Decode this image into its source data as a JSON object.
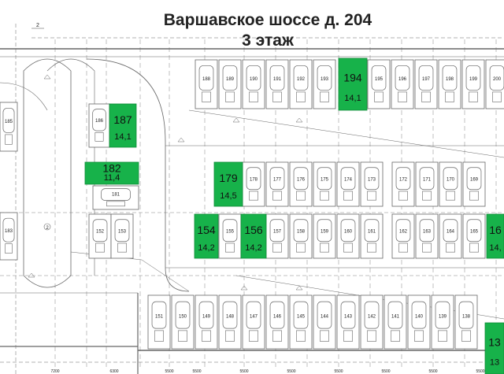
{
  "title": {
    "line1": "Варшавское шоссе д. 204",
    "line2": "3 этаж"
  },
  "colors": {
    "highlight": "#17b24a",
    "line": "#666666",
    "text": "#222222"
  },
  "highlighted_spaces": [
    {
      "number": "194",
      "area": "14,1"
    },
    {
      "number": "187",
      "area": "14,1"
    },
    {
      "number": "182",
      "area": "11,4"
    },
    {
      "number": "179",
      "area": "14,5"
    },
    {
      "number": "154",
      "area": "14,2"
    },
    {
      "number": "156",
      "area": "14,2"
    },
    {
      "number": "16",
      "area": "14,"
    },
    {
      "number": "13",
      "area": "13"
    }
  ],
  "rows": {
    "top": [
      "188",
      "189",
      "190",
      "191",
      "192",
      "193",
      "195",
      "196",
      "197",
      "198",
      "199",
      "200"
    ],
    "upper_middle": [
      "178",
      "177",
      "176",
      "175",
      "174",
      "173",
      "172",
      "171",
      "170",
      "169"
    ],
    "lower_middle": [
      "155",
      "157",
      "158",
      "159",
      "160",
      "161",
      "162",
      "163",
      "164",
      "165"
    ],
    "bottom": [
      "151",
      "150",
      "149",
      "148",
      "147",
      "146",
      "145",
      "144",
      "143",
      "142",
      "141",
      "140",
      "139",
      "138"
    ],
    "left": [
      "186",
      "185",
      "183",
      "181",
      "152",
      "153"
    ]
  },
  "annotations": {
    "marker": "2",
    "marker2": "2"
  },
  "dimensions": [
    "7200",
    "6300",
    "5500",
    "5500",
    "5500",
    "5500",
    "5500",
    "5500",
    "5500",
    "5500"
  ]
}
